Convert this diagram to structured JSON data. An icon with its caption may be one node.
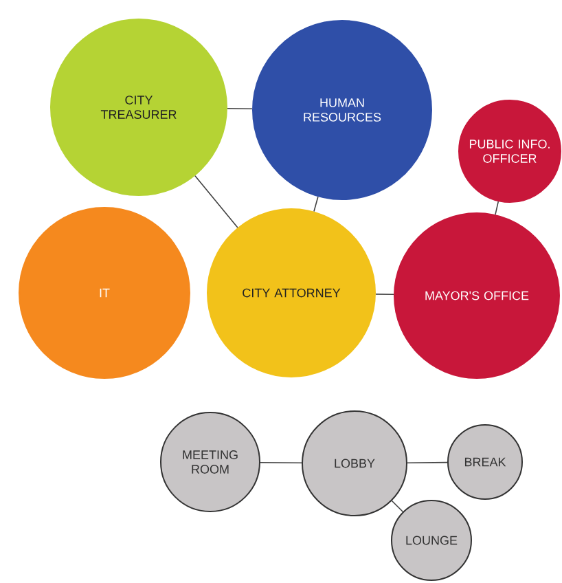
{
  "diagram": {
    "nodes": [
      {
        "text": [
          "CITY TREASURER"
        ]
      },
      {
        "text": [
          "HUMAN RESOURCES"
        ]
      },
      {
        "text": [
          "PUBLIC INFO. OFFICER"
        ]
      },
      {
        "text": [
          "IT"
        ]
      },
      {
        "text": [
          "CITY ATTORNEY"
        ]
      },
      {
        "text": [
          "MAYOR'S OFFICE"
        ]
      },
      {
        "text": [
          "MEETING ROOM"
        ]
      },
      {
        "text": [
          "LOBBY"
        ]
      },
      {
        "text": [
          "BREAK"
        ]
      },
      {
        "text": [
          "LOUNGE"
        ]
      }
    ],
    "edges": [
      {
        "from": 0,
        "to": 1,
        "arrow": "none"
      },
      {
        "from": 0,
        "to": 4,
        "arrow": "none"
      },
      {
        "from": 1,
        "to": 4,
        "arrow": "none"
      },
      {
        "from": 4,
        "to": 5,
        "arrow": "none"
      },
      {
        "from": 5,
        "to": 2,
        "arrow": "none"
      },
      {
        "from": 6,
        "to": 7,
        "arrow": "none"
      },
      {
        "from": 7,
        "to": 8,
        "arrow": "none"
      },
      {
        "from": 7,
        "to": 9,
        "arrow": "none"
      }
    ]
  }
}
